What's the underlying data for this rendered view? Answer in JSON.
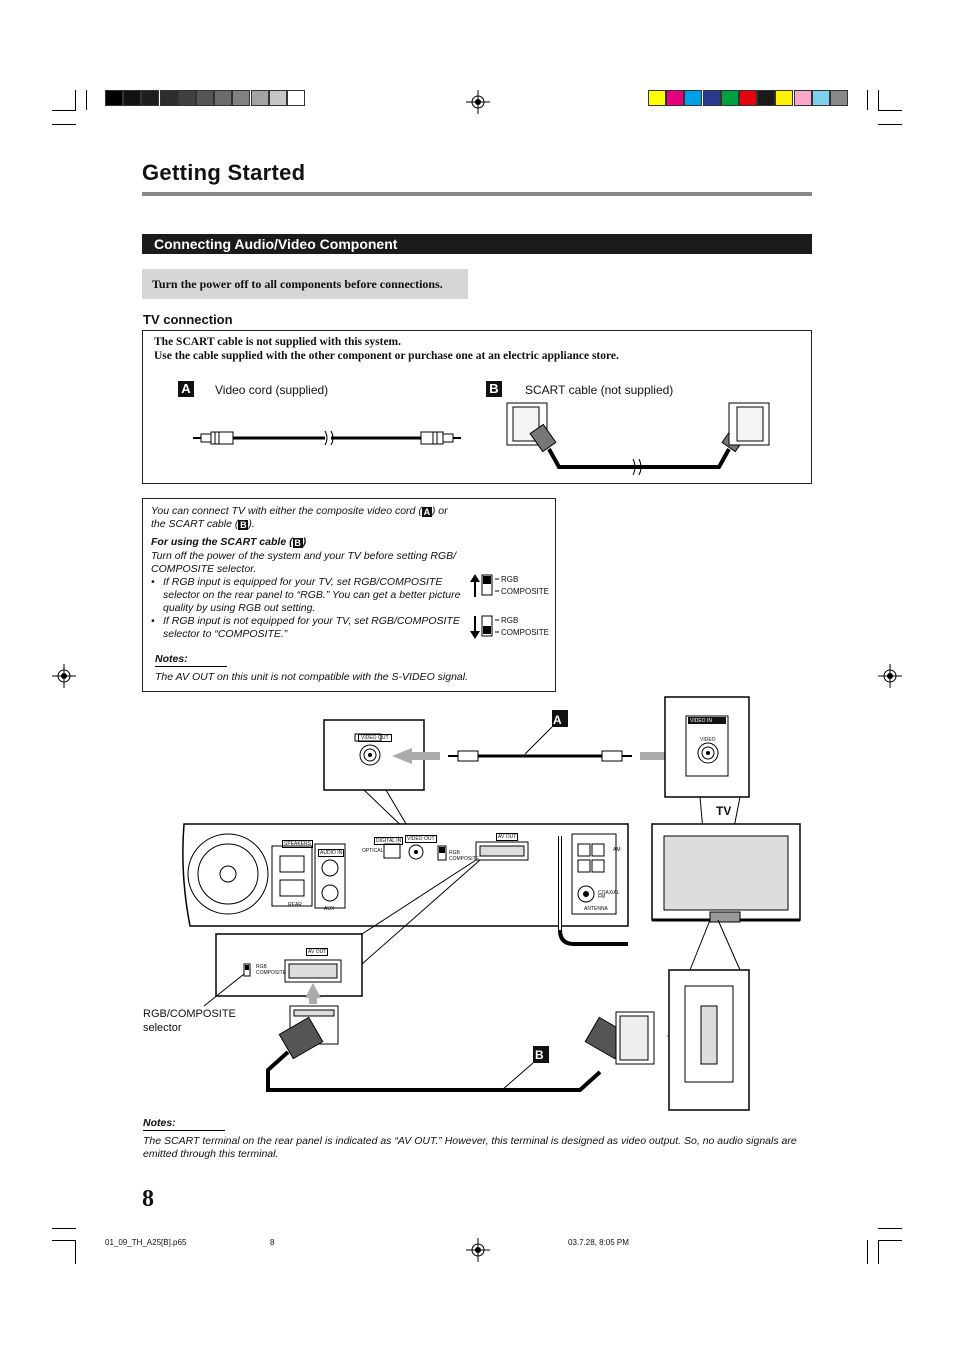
{
  "page": {
    "title": "Getting Started",
    "section_title": "Connecting Audio/Video Component",
    "warning": "Turn the power off to all components before connections.",
    "subheading": "TV connection",
    "page_number": "8"
  },
  "cable_box": {
    "line1": "The SCART cable is not supplied with this system.",
    "line2": "Use the cable supplied with the other component or purchase one at an electric appliance store.",
    "label_a": "A",
    "label_b": "B",
    "cable_a": "Video cord (supplied)",
    "cable_b": "SCART cable (not supplied)"
  },
  "info_box": {
    "intro_1": "You can connect TV with either the composite video cord (",
    "intro_2": ") or",
    "intro_3": "the SCART cable (",
    "intro_4": ").",
    "scart_head_1": "For using the SCART cable (",
    "scart_head_2": ")",
    "p1": "Turn off the power of the system and your TV before setting RGB/",
    "p2": "COMPOSITE selector.",
    "b1_1": "If RGB input is equipped for your TV, set RGB/COMPOSITE",
    "b1_2": "selector on the rear panel to “RGB.” You can get a better picture",
    "b1_3": "quality by using RGB out setting.",
    "b2_1": "If RGB input is not equipped for your TV, set RGB/COMPOSITE",
    "b2_2": "selector to “COMPOSITE.”",
    "sel_rgb": "RGB",
    "sel_composite": "COMPOSITE",
    "notes_label": "Notes:",
    "note": "The AV OUT on this unit is not compatible with the S-VIDEO signal."
  },
  "diagram": {
    "video_out": "VIDEO OUT",
    "video_in": "VIDEO IN",
    "video": "VIDEO",
    "tv": "TV",
    "label_a": "A",
    "label_b": "B",
    "selector_label_1": "RGB/COMPOSITE",
    "selector_label_2": "selector",
    "av_out": "AV OUT",
    "rgb": "RGB",
    "composite": "COMPOSITE",
    "speakers": "SPEAKERS",
    "audio_in": "AUDIO IN",
    "digital_in": "DIGITAL IN",
    "optical": "OPTICAL",
    "aux": "AUX",
    "rear": "REAR",
    "am": "AM",
    "fm": "FM",
    "antenna": "ANTENNA",
    "coaxial": "COAXIAL"
  },
  "bottom_notes": {
    "label": "Notes:",
    "line1": "The SCART terminal on the rear panel is indicated as “AV OUT.”  However, this terminal is designed as video output. So, no audio signals are",
    "line2": "emitted through this terminal."
  },
  "footer": {
    "file": "01_09_TH_A25[B].p65",
    "page": "8",
    "date": "03.7.28, 8:05 PM"
  },
  "colors": {
    "gray_scale": [
      "#000000",
      "#111111",
      "#1e1e1e",
      "#2d2d2d",
      "#404040",
      "#555555",
      "#6b6b6b",
      "#828282",
      "#a3a3a3",
      "#c6c6c6",
      "#ffffff"
    ],
    "color_bar": [
      "#ffff00",
      "#e6007e",
      "#00a0e9",
      "#2a3990",
      "#00a040",
      "#e60012",
      "#1a1a1a",
      "#fff100",
      "#f7a8c8",
      "#7fcfef",
      "#888888"
    ]
  }
}
